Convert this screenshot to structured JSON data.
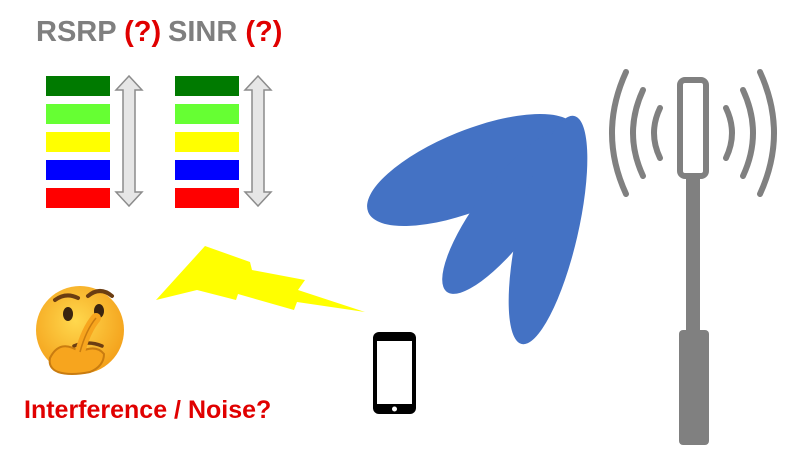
{
  "labels": {
    "rsrp": {
      "text": "RSRP",
      "suffix": "(?)"
    },
    "sinr": {
      "text": "SINR",
      "suffix": "(?)"
    }
  },
  "caption": "Interference / Noise?",
  "level_colors": [
    "#007a00",
    "#66ff33",
    "#ffff00",
    "#0000ff",
    "#ff0000"
  ],
  "colors": {
    "beam": "#4472c4",
    "tower": "#808080",
    "lightning": "#ffff00",
    "emoji": "#f7b731",
    "phone": "#000000"
  },
  "icons": [
    "thinking-face-icon",
    "smartphone-icon",
    "cell-tower-icon",
    "lightning-bolt-icon",
    "double-arrow-icon"
  ]
}
